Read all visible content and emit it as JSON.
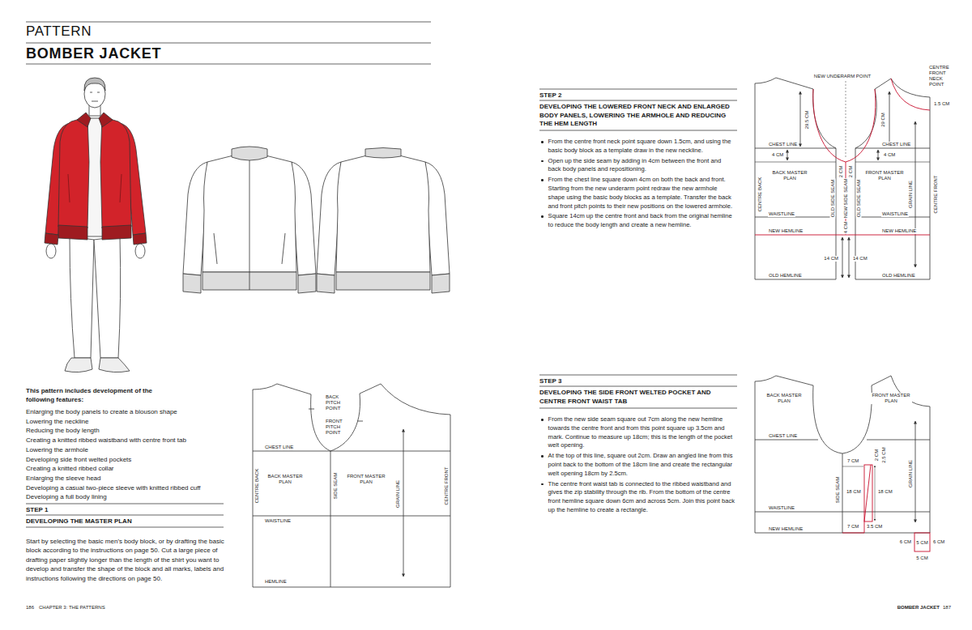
{
  "diagram": {
    "title": "BOMBER JACKET",
    "labels": [
      "PATTERN",
      "This pattern includes development of the following features:",
      "Enlarging the body panels to create a blouson shape",
      "Lowering the neckline",
      "Reducing the body length",
      "Creating a knitted ribbed waistband with centre front tab",
      "Lowering the armhole",
      "Developing side front welted pockets",
      "Creating a knitted ribbed collar",
      "Enlarging the sleeve head",
      "Developing a casual two-piece sleeve with knitted ribbed cuff",
      "Developing a full body lining",
      "STEP 1",
      "DEVELOPING THE MASTER PLAN",
      "Start by selecting the basic men's body block, or by drafting the basic block according to the instructions on page 50. Cut a large piece of drafting paper slightly longer than the length of the shirt you want to develop and transfer the shape of the block and all marks, labels and instructions following the directions on page 50.",
      "186",
      "CHAPTER 3: THE PATTERNS",
      "BACK PITCH POINT",
      "FRONT PITCH POINT",
      "CHEST LINE",
      "CENTRE BACK",
      "BACK MASTER PLAN",
      "SIDE SEAM",
      "FRONT MASTER PLAN",
      "GRAIN LINE",
      "CENTRE FRONT",
      "WAISTLINE",
      "HEMLINE",
      "STEP 2",
      "DEVELOPING THE LOWERED FRONT NECK AND ENLARGED BODY PANELS, LOWERING THE ARMHOLE AND REDUCING THE HEM LENGTH",
      "From the centre front neck point square down 1.5cm, and using the basic body block as a template draw in the new neckline.",
      "Open up the side seam by adding in 4cm between the front and back body panels and repositioning.",
      "From the chest line square down 4cm on both the back and front. Starting from the new underarm point redraw the new armhole shape using the basic body blocks as a template. Transfer the back and front pitch points to their new positions on the lowered armhole.",
      "Square 14cm up the centre front and back from the original hemline to reduce the body length and create a new hemline.",
      "NEW UNDERARM POINT",
      "CENTRE FRONT NECK POINT",
      "1.5 CM",
      "29.5 CM",
      "29 CM",
      "CHEST LINE",
      "CHEST LINE",
      "4 CM",
      "4 CM",
      "BACK MASTER PLAN",
      "FRONT MASTER PLAN",
      "2 CM",
      "2 CM",
      "CENTRE BACK",
      "GRAIN LINE",
      "CENTRE FRONT",
      "OLD SIDE SEAM",
      "NEW SIDE SEAM",
      "OLD SIDE SEAM",
      "WAISTLINE",
      "WAISTLINE",
      "4 CM",
      "NEW HEMLINE",
      "NEW HEMLINE",
      "14 CM",
      "14 CM",
      "OLD HEMLINE",
      "OLD HEMLINE",
      "STEP 3",
      "DEVELOPING THE SIDE FRONT WELTED POCKET AND CENTRE FRONT WAIST TAB",
      "From the new side seam square out 7cm along the new hemline towards the centre front and from this point square up 3.5cm and mark. Continue to measure up 18cm; this is the length of the pocket welt opening.",
      "At the top of this line, square out 2cm. Draw an angled line from this point back to the bottom of the 18cm line and create the rectangular welt opening 18cm by 2.5cm.",
      "The centre front waist tab is connected to the ribbed waistband and gives the zip stability through the rib. From the bottom of the centre front hemline square down 6cm and across 5cm. Join this point back up the hemline to create a rectangle.",
      "BACK MASTER PLAN",
      "FRONT MASTER PLAN",
      "CHEST LINE",
      "2 CM",
      "2.5 CM",
      "7 CM",
      "18 CM",
      "18 CM",
      "GRAIN LINE",
      "SIDE SEAM",
      "WAISTLINE",
      "NEW HEMLINE",
      "7 CM",
      "3.5 CM",
      "6 CM",
      "6 CM",
      "5 CM",
      "5 CM",
      "BOMBER JACKET",
      "187"
    ]
  }
}
